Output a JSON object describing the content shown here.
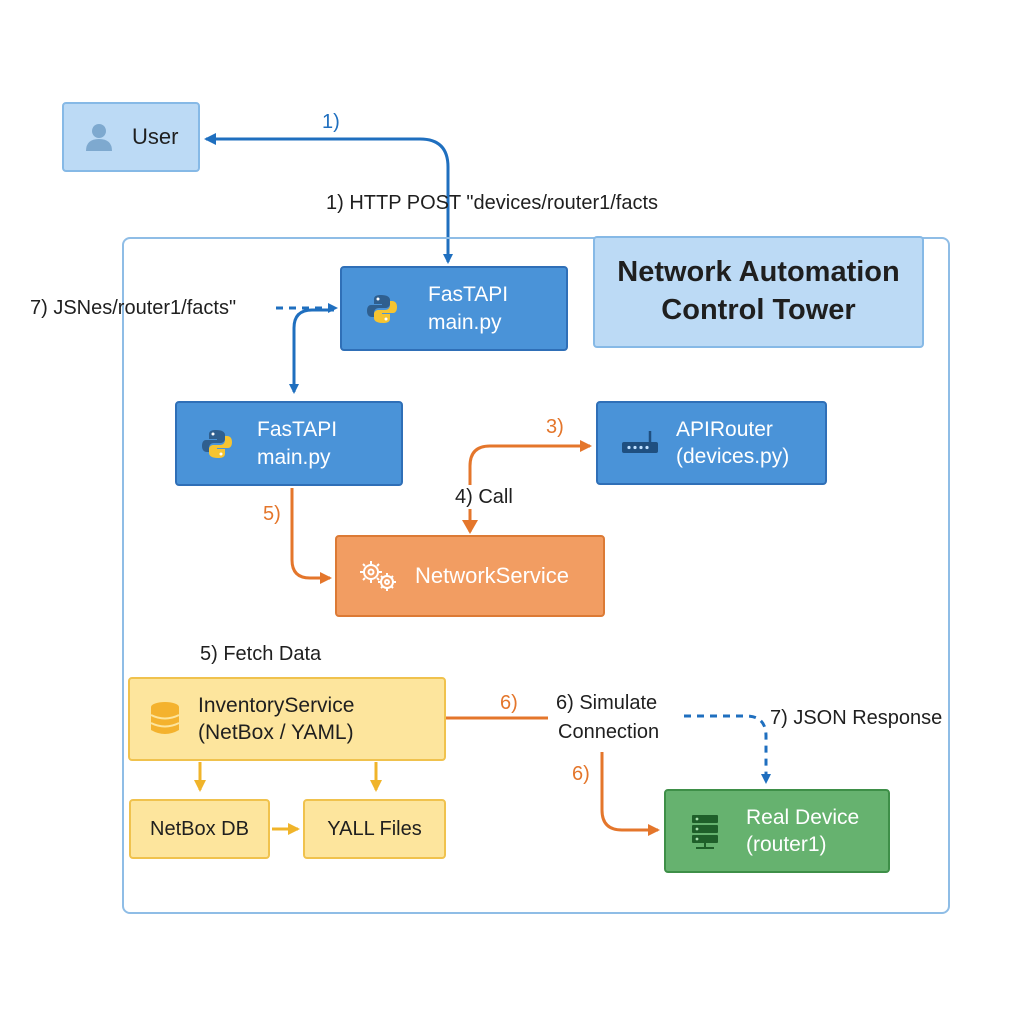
{
  "colors": {
    "blue_arrow": "#1f6fbf",
    "orange_arrow": "#e4762b",
    "yellow_arrow": "#f0b42a",
    "frame": "#8fbde6"
  },
  "nodes": {
    "user": {
      "label": "User",
      "icon": "user-icon"
    },
    "fastapi_top": {
      "line1": "FasTAPI",
      "line2": "main.py",
      "icon": "python-icon"
    },
    "title": {
      "line1": "Network Automation",
      "line2": "Control Tower"
    },
    "fastapi_mid": {
      "line1": "FasTAPI",
      "line2": "main.py",
      "icon": "python-icon"
    },
    "apirouter": {
      "line1": "APIRouter",
      "line2": "(devices.py)",
      "icon": "router-icon"
    },
    "networkservice": {
      "label": "NetworkService",
      "icon": "gears-icon"
    },
    "inventory": {
      "line1": "InventoryService",
      "line2": "(NetBox / YAML)",
      "icon": "database-icon"
    },
    "netbox_db": {
      "label": "NetBox DB"
    },
    "yall_files": {
      "label": "YALL Files"
    },
    "real_device": {
      "line1": "Real Device",
      "line2": "(router1)",
      "icon": "server-icon"
    }
  },
  "labels": {
    "step1_num": "1)",
    "step1_text": "1) HTTP POST \"devices/router1/facts",
    "step7_left": "7) JSNes/router1/facts\"",
    "step3": "3)",
    "step4": "4) Call",
    "step5_num": "5)",
    "step5_text": "5) Fetch Data",
    "step6_num": "6)",
    "step6_text_1": "6) Simulate",
    "step6_text_2": "Connection",
    "step6_num_b": "6)",
    "step7_right": "7) JSON Response"
  }
}
